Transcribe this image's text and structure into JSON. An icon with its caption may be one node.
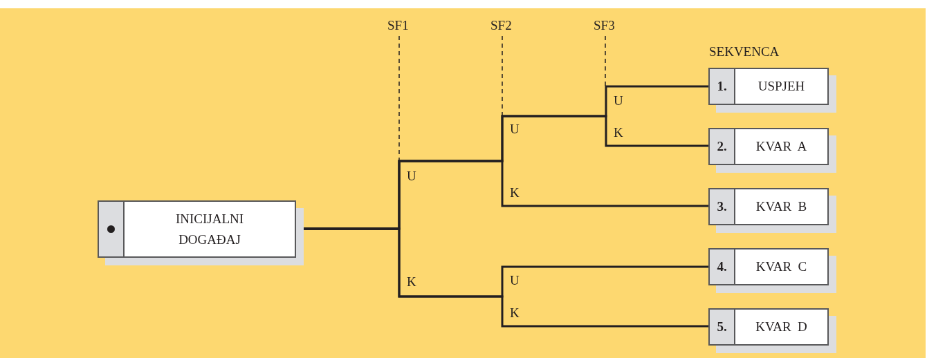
{
  "diagram": {
    "nodes": [
      {
        "text": [
          "INICIJALNI DOGAĐAJ"
        ]
      },
      {
        "text": [
          "1.",
          "USPJEH"
        ]
      },
      {
        "text": [
          "2.",
          "KVAR  A"
        ]
      },
      {
        "text": [
          "3.",
          "KVAR  B"
        ]
      },
      {
        "text": [
          "4.",
          "KVAR  C"
        ]
      },
      {
        "text": [
          "5.",
          "KVAR  D"
        ]
      }
    ],
    "edges": [
      {
        "from": 0,
        "to": 1,
        "arrow": "none"
      },
      {
        "from": 0,
        "to": 2,
        "arrow": "none"
      },
      {
        "from": 0,
        "to": 3,
        "arrow": "none"
      },
      {
        "from": 0,
        "to": 4,
        "arrow": "none"
      },
      {
        "from": 0,
        "to": 5,
        "arrow": "none"
      }
    ],
    "labels": [
      "SF1",
      "SF2",
      "SF3",
      "SEKVENCA",
      "U",
      "U",
      "K",
      "U",
      "K",
      "K",
      "U",
      "K"
    ]
  }
}
